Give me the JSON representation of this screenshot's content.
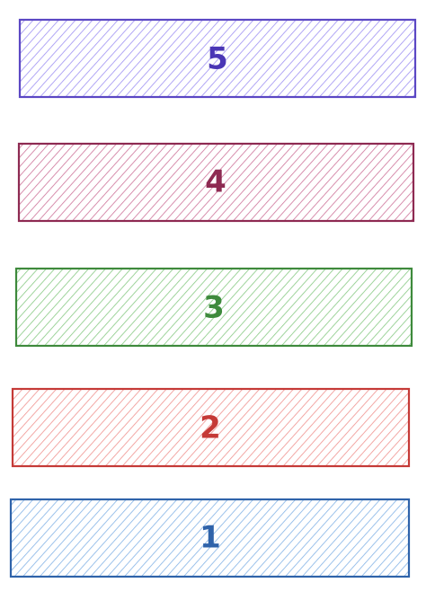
{
  "blocks": [
    {
      "label": "5",
      "stroke": "#5b47c4",
      "fill": "#8d7ef0",
      "text_color": "#4a36b5"
    },
    {
      "label": "4",
      "stroke": "#8e2a52",
      "fill": "#c45a87",
      "text_color": "#8e2a52"
    },
    {
      "label": "3",
      "stroke": "#3e8a3c",
      "fill": "#72c06d",
      "text_color": "#3e8a3c"
    },
    {
      "label": "2",
      "stroke": "#c53a37",
      "fill": "#ec7f7b",
      "text_color": "#c53a37"
    },
    {
      "label": "1",
      "stroke": "#2f63aa",
      "fill": "#6ea6e2",
      "text_color": "#2f63aa"
    }
  ]
}
